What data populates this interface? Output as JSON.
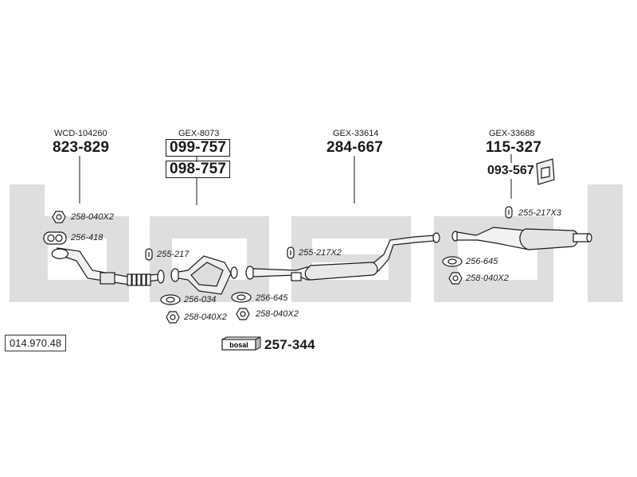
{
  "diagram_ref": "014.970.48",
  "brand": "bosal",
  "colors": {
    "watermark": "#dedede",
    "line": "#1a1a1a",
    "part_fill": "#eeeeee"
  },
  "sections": [
    {
      "code": "WCD-104260",
      "parts": [
        "823-829"
      ]
    },
    {
      "code": "GEX-8073",
      "parts": [
        "099-757",
        "098-757"
      ]
    },
    {
      "code": "GEX-33614",
      "parts": [
        "284-667"
      ]
    },
    {
      "code": "GEX-33688",
      "parts": [
        "115-327",
        "093-567"
      ]
    }
  ],
  "accessories": [
    {
      "label": "258-040X2",
      "icon": "nut-icon"
    },
    {
      "label": "256-418",
      "icon": "gasket-icon"
    },
    {
      "label": "255-217",
      "icon": "rubber-hanger-icon"
    },
    {
      "label": "255-217X2",
      "icon": "rubber-hanger-icon"
    },
    {
      "label": "255-217X3",
      "icon": "rubber-hanger-icon"
    },
    {
      "label": "256-645",
      "icon": "gasket-icon"
    },
    {
      "label": "258-040X2",
      "icon": "nut-icon"
    },
    {
      "label": "256-034",
      "icon": "gasket-icon"
    },
    {
      "label": "258-040X2",
      "icon": "nut-icon"
    },
    {
      "label": "256-645",
      "icon": "gasket-icon"
    },
    {
      "label": "258-040X2",
      "icon": "nut-icon"
    }
  ],
  "kit": {
    "label": "257-344",
    "icon": "mounting-kit-icon"
  }
}
